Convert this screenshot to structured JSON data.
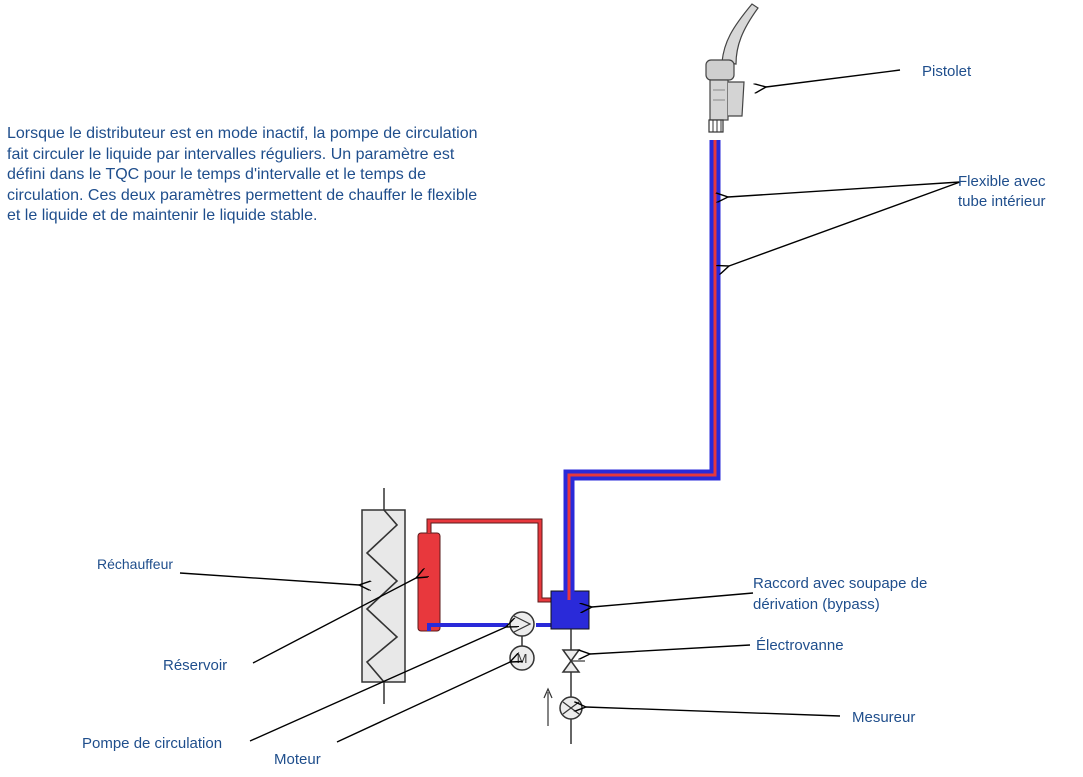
{
  "description": "Lorsque le distributeur est en mode inactif, la pompe de circulation fait circuler le liquide par intervalles réguliers. Un paramètre est défini dans le TQC pour le temps d'intervalle et le temps de circulation. Ces deux paramètres permettent de chauffer le flexible et le liquide et de maintenir le liquide stable.",
  "labels": {
    "pistolet": "Pistolet",
    "flexible_line1": "Flexible avec",
    "flexible_line2": "tube intérieur",
    "rechauffeur": "Réchauffeur",
    "raccord_line1": "Raccord avec soupape de",
    "raccord_line2": "dérivation (bypass)",
    "electrovanne": "Électrovanne",
    "reservoir": "Réservoir",
    "pompe": "Pompe de circulation",
    "moteur": "Moteur",
    "mesureur": "Mesureur"
  },
  "colors": {
    "text": "#1f4e8c",
    "outer_pipe": "#2a2ad9",
    "inner_pipe": "#e8383d",
    "reservoir": "#e8383d",
    "heater_fill": "#e8e8e8",
    "arrow": "#000000"
  },
  "motor_symbol": "M"
}
